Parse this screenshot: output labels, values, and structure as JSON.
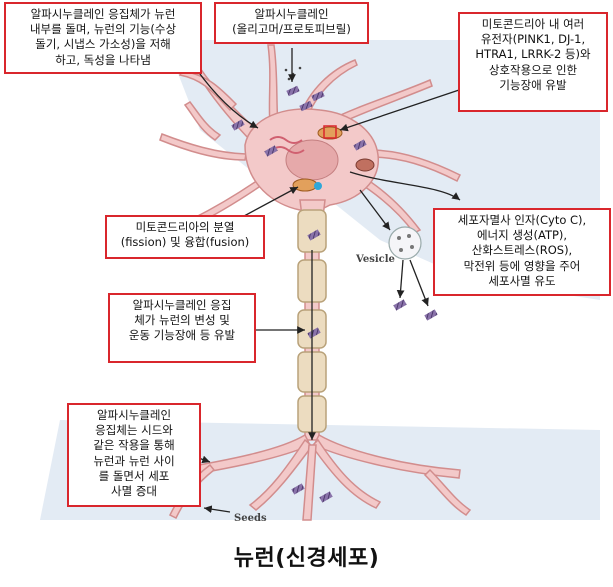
{
  "title": "뉴런(신경세포)",
  "callouts": {
    "c1": "알파시누클레인 응집체가 뉴런\n내부를 돌며, 뉴런의 기능(수상\n돌기, 시냅스 가소성)을 저해\n하고, 독성을 나타냄",
    "c2": "알파시누클레인\n(올리고머/프로토피브릴)",
    "c3": "미토콘드리아 내 여러\n유전자(PINK1, DJ-1,\nHTRA1, LRRK-2 등)와\n상호작용으로 인한\n기능장애 유발",
    "c4": "미토콘드리아의 분열\n(fission) 및 융합(fusion)",
    "c5": "세포자멸사 인자(Cyto C),\n에너지 생성(ATP),\n산화스트레스(ROS),\n막전위 등에 영향을 주어\n세포사멸 유도",
    "c6": "알파시누클레인 응집\n체가 뉴런의 변성 및\n운동 기능장애 등 유발",
    "c7": "알파시누클레인\n응집체는 시드와\n같은 작용을 통해\n뉴런과 뉴런 사이\n를 돌면서 세포\n사멸 증대"
  },
  "labels": {
    "vesicle": "Vesicle",
    "seeds": "Seeds"
  },
  "colors": {
    "cell_fill": "#f3c9c9",
    "cell_stroke": "#d28d8d",
    "nucleus": "#e6a9aa",
    "myelin": "#ecdcc0",
    "bg_panel": "#dfe8f2",
    "callout_border": "#d9262c",
    "aggregate": "#6a5090"
  }
}
